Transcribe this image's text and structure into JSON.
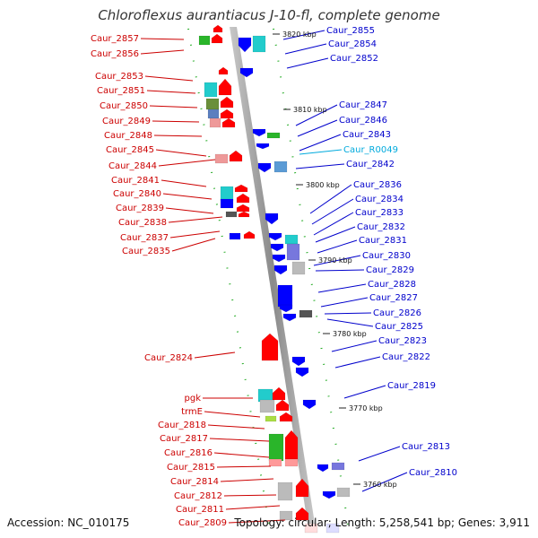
{
  "title": "Chloroflexus aurantiacus J-10-fl, complete genome",
  "footer": {
    "accession": "Accession: NC_010175",
    "summary": "Topology: circular; Length: 5,258,541 bp; Genes: 3,911"
  },
  "colors": {
    "left_label": "#cc0000",
    "right_label": "#0000cc",
    "rna_label": "#00aadd",
    "forward_gene": "#ff0000",
    "reverse_gene": "#0000ff",
    "backbone": "#999999"
  },
  "scale_ticks": [
    "3820 kbp",
    "3810 kbp",
    "3800 kbp",
    "3790 kbp",
    "3780 kbp",
    "3770 kbp",
    "3760 kbp"
  ],
  "left_genes": [
    "Caur_2857",
    "Caur_2856",
    "Caur_2853",
    "Caur_2851",
    "Caur_2850",
    "Caur_2849",
    "Caur_2848",
    "Caur_2845",
    "Caur_2844",
    "Caur_2841",
    "Caur_2840",
    "Caur_2839",
    "Caur_2838",
    "Caur_2837",
    "Caur_2835",
    "Caur_2824",
    "pgk",
    "trmE",
    "Caur_2818",
    "Caur_2817",
    "Caur_2816",
    "Caur_2815",
    "Caur_2814",
    "Caur_2812",
    "Caur_2811",
    "Caur_2809"
  ],
  "right_genes": [
    "Caur_2855",
    "Caur_2854",
    "Caur_2852",
    "Caur_2847",
    "Caur_2846",
    "Caur_2843",
    "Caur_R0049",
    "Caur_2842",
    "Caur_2836",
    "Caur_2834",
    "Caur_2833",
    "Caur_2832",
    "Caur_2831",
    "Caur_2830",
    "Caur_2829",
    "Caur_2828",
    "Caur_2827",
    "Caur_2826",
    "Caur_2825",
    "Caur_2823",
    "Caur_2822",
    "Caur_2819",
    "Caur_2813",
    "Caur_2810"
  ]
}
